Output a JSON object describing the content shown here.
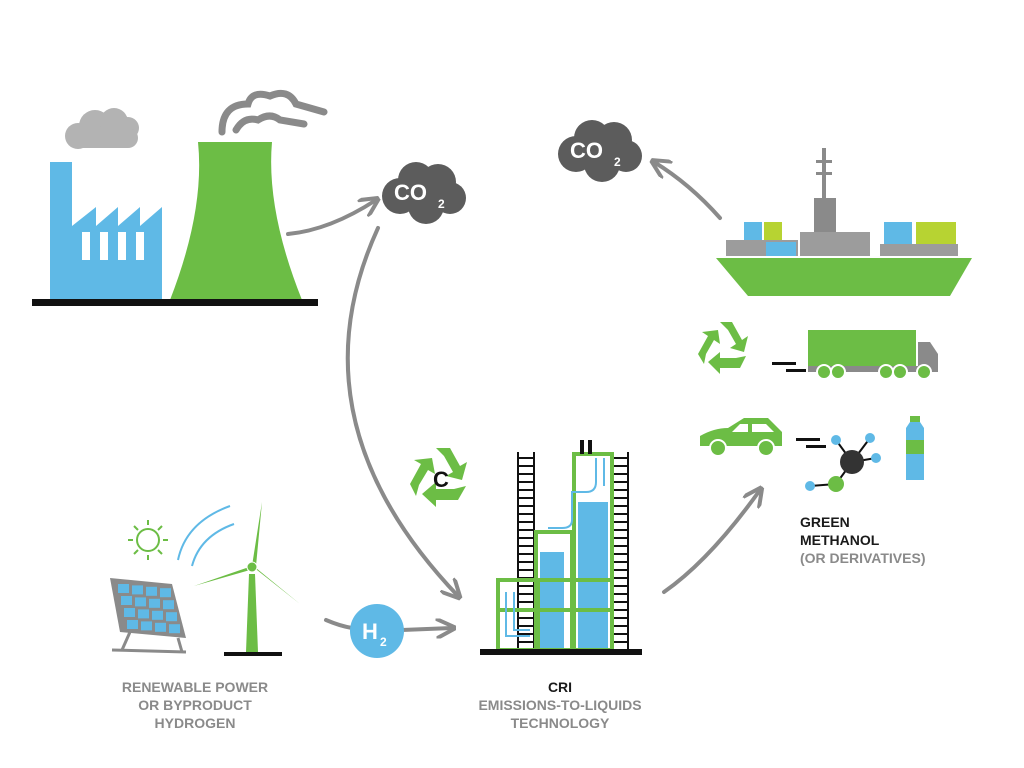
{
  "co2_clouds": {
    "formula_main": "CO",
    "formula_sub": "2"
  },
  "hydrogen": {
    "formula_main": "H",
    "formula_sub": "2"
  },
  "carbon_recycle": {
    "symbol": "C"
  },
  "labels": {
    "renewable": {
      "line1": "RENEWABLE POWER",
      "line2": "OR BYPRODUCT",
      "line3": "HYDROGEN"
    },
    "cri": {
      "line1": "CRI",
      "line2": "EMISSIONS-TO-LIQUIDS",
      "line3": "TECHNOLOGY"
    },
    "methanol": {
      "line1": "GREEN",
      "line2": "METHANOL",
      "line3": "(OR DERIVATIVES)"
    }
  },
  "colors": {
    "green": "#6cbd45",
    "blue": "#5fb9e6",
    "dark_grey": "#5c5c5c",
    "mid_grey": "#8a8a8a",
    "light_grey": "#9c9c9c",
    "lime": "#b7d332",
    "black": "#111111"
  }
}
